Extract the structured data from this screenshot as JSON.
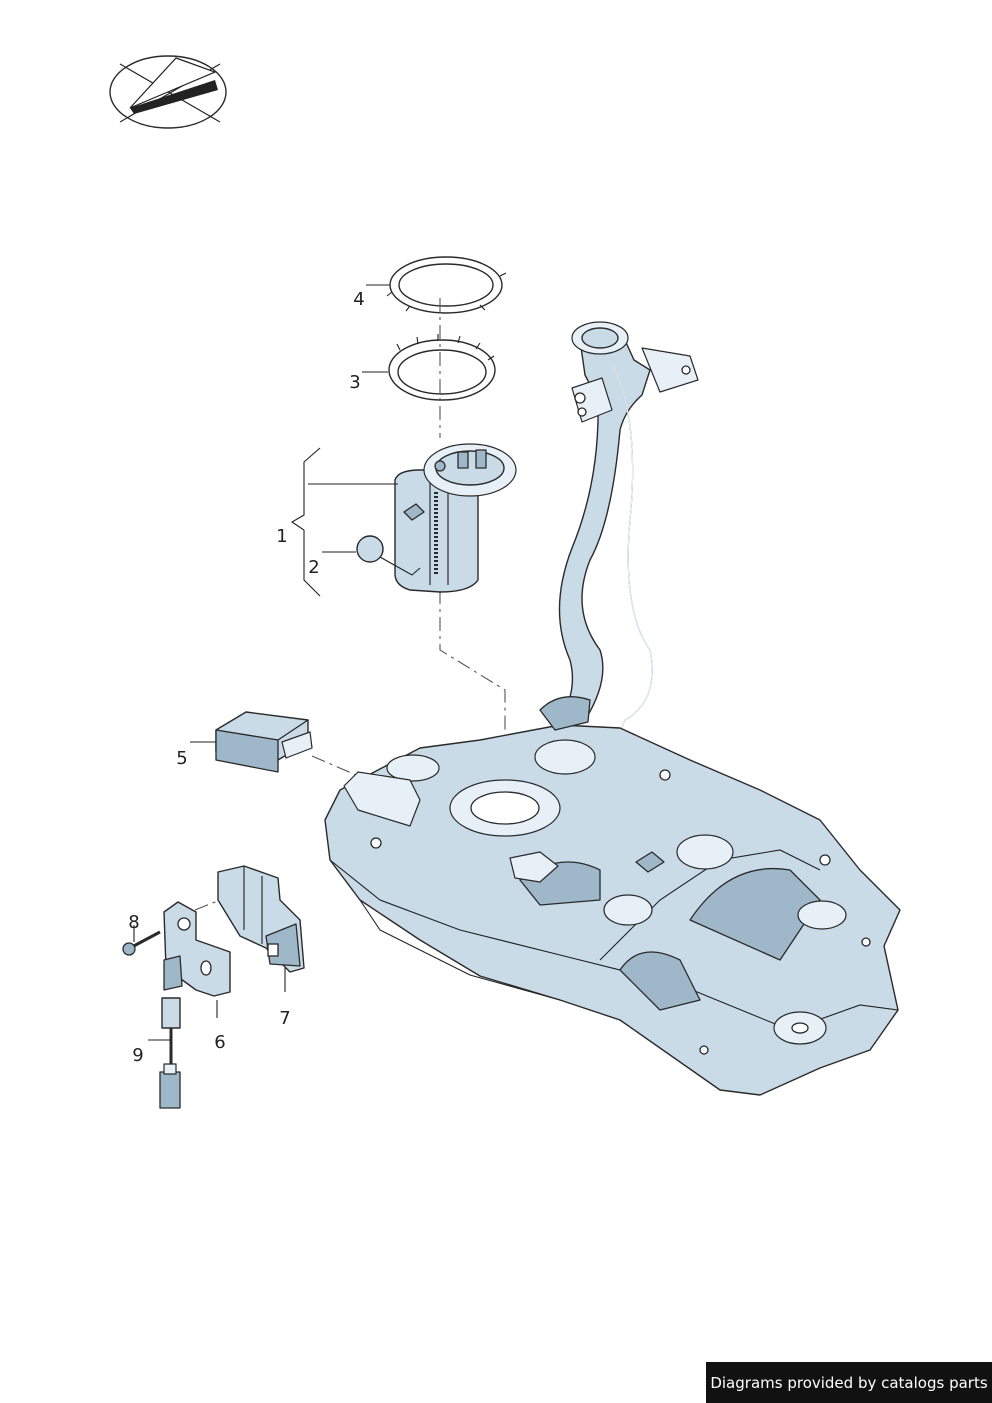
{
  "callouts": [
    {
      "id": "1",
      "label": "1"
    },
    {
      "id": "2",
      "label": "2"
    },
    {
      "id": "3",
      "label": "3"
    },
    {
      "id": "4",
      "label": "4"
    },
    {
      "id": "5",
      "label": "5"
    },
    {
      "id": "6",
      "label": "6"
    },
    {
      "id": "7",
      "label": "7"
    },
    {
      "id": "8",
      "label": "8"
    },
    {
      "id": "9",
      "label": "9"
    }
  ],
  "credit": "Diagrams provided by catalogs parts",
  "icons": {
    "orientation": "orientation-compass-icon"
  },
  "colors": {
    "part_fill": "#c9dbe6",
    "part_shade": "#9fb8c9",
    "outline": "#2a2a2a",
    "credit_bg": "#111111",
    "credit_text": "#ffffff"
  }
}
